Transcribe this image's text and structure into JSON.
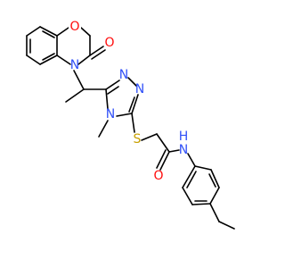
{
  "molecule": {
    "atom_labels": {
      "o_ring": "O",
      "o_carbonyl_top": "O",
      "n_benzoxazine": "N",
      "n_triazole_upper": "N",
      "n_triazole_right": "N",
      "n_triazole_methyl": "N",
      "s_thioether": "S",
      "o_amide": "O",
      "n_amide": "N",
      "h_amide": "H"
    },
    "colors": {
      "carbon_bond": "#000000",
      "oxygen": "#ff0d0d",
      "nitrogen": "#3050f8",
      "sulfur": "#c8a000"
    }
  }
}
